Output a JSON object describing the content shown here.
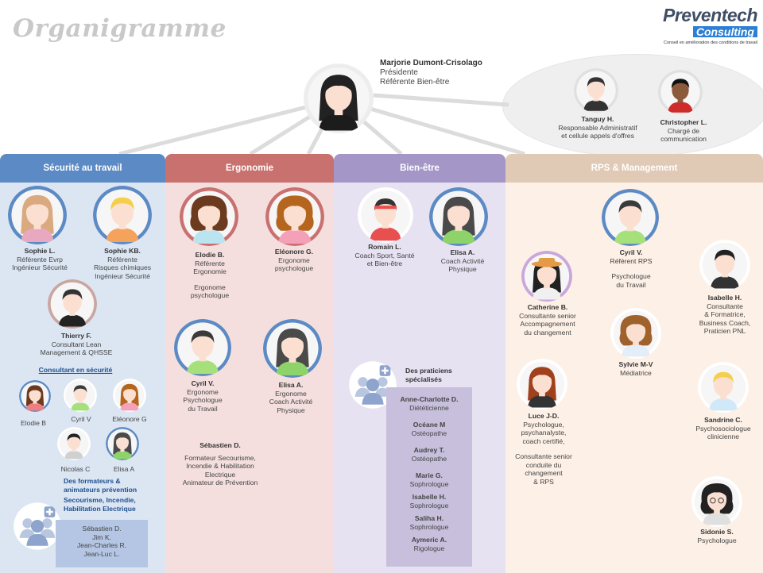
{
  "title": "Organigramme",
  "logo": {
    "main": "Preventech",
    "sub": "Consulting",
    "tagline": "Conseil en amélioration des conditions de travail"
  },
  "top": {
    "name": "Marjorie Dumont-Crisolago",
    "role1": "Présidente",
    "role2": "Référente Bien-être"
  },
  "admin": [
    {
      "name": "Tanguy H.",
      "l1": "Responsable Administratif",
      "l2": "et cellule appels d'offres"
    },
    {
      "name": "Christopher L.",
      "l1": "Chargé de",
      "l2": "communication"
    }
  ],
  "columns": {
    "securite": "Sécurité au travail",
    "ergonomie": "Ergonomie",
    "bienetre": "Bien-être",
    "rps": "RPS & Management"
  },
  "securite": {
    "sophie_l": {
      "name": "Sophie L.",
      "l1": "Référente Evrp",
      "l2": "Ingénieur Sécurité"
    },
    "sophie_kb": {
      "name": "Sophie KB.",
      "l1": "Référente",
      "l2": "Risques chimiques",
      "l3": "Ingénieur Sécurité"
    },
    "thierry": {
      "name": "Thierry F.",
      "l1": "Consultant Lean",
      "l2": "Management & QHSSE"
    },
    "consultant_title": "Consultant en sécurité",
    "small": [
      "Elodie B",
      "Cyril V",
      "Eléonore G",
      "Nicolas C",
      "Elisa A"
    ],
    "formateurs_1": "Des formateurs &",
    "formateurs_2": "animateurs prévention",
    "formateurs_3": "Secourisme, Incendie,",
    "formateurs_4": "Habilitation Electrique",
    "list": [
      "Sébastien D.",
      "Jim K.",
      "Jean-Charles R.",
      "Jean-Luc L."
    ]
  },
  "ergonomie": {
    "elodie": {
      "name": "Elodie B.",
      "l1": "Référente",
      "l2": "Ergonomie",
      "l3": "Ergonome",
      "l4": "psychologue"
    },
    "eleonore": {
      "name": "Eléonore G.",
      "l1": "Ergonome",
      "l2": "psychologue"
    },
    "cyril": {
      "name": "Cyril V.",
      "l1": "Ergonome",
      "l2": "Psychologue",
      "l3": "du Travail"
    },
    "elisa": {
      "name": "Elisa A.",
      "l1": "Ergonome",
      "l2": "Coach Activité",
      "l3": "Physique"
    },
    "sebastien": {
      "name": "Sébastien D.",
      "l1": "Formateur Secourisme,",
      "l2": "Incendie & Habilitation",
      "l3": "Electrique",
      "l4": "Animateur de Prévention"
    }
  },
  "bienetre": {
    "romain": {
      "name": "Romain L.",
      "l1": "Coach Sport, Santé",
      "l2": "et Bien-être"
    },
    "elisa": {
      "name": "Elisa A.",
      "l1": "Coach Activité",
      "l2": "Physique"
    },
    "prat_1": "Des praticiens",
    "prat_2": "spécialisés",
    "list": [
      {
        "name": "Anne-Charlotte D.",
        "role": "Diététicienne"
      },
      {
        "name": "Océane M",
        "role": "Ostéopathe"
      },
      {
        "name": "Audrey T.",
        "role": "Ostéopathe"
      },
      {
        "name": "Marie G.",
        "role": "Sophrologue"
      },
      {
        "name": "Isabelle H.",
        "role": "Sophrologue"
      },
      {
        "name": "Saliha H.",
        "role": "Sophrologue"
      },
      {
        "name": "Aymeric A.",
        "role": "Rigologue"
      }
    ]
  },
  "rps": {
    "cyril": {
      "name": "Cyril V.",
      "l1": "Référent RPS",
      "l2": "Psychologue",
      "l3": "du Travail"
    },
    "catherine": {
      "name": "Catherine B.",
      "l1": "Consultante senior",
      "l2": "Accompagnement",
      "l3": "du changement"
    },
    "isabelle": {
      "name": "Isabelle H.",
      "l1": "Consultante",
      "l2": "& Formatrice,",
      "l3": "Business Coach,",
      "l4": "Praticien PNL"
    },
    "sylvie": {
      "name": "Sylvie M-V",
      "l1": "Médiatrice"
    },
    "luce": {
      "name": "Luce J-D.",
      "l1": "Psychologue,",
      "l2": "psychanalyste,",
      "l3": "coach certifié,",
      "l4": "Consultante senior",
      "l5": "conduite du",
      "l6": "changement",
      "l7": "& RPS"
    },
    "sandrine": {
      "name": "Sandrine C.",
      "l1": "Psychosociologue",
      "l2": "clinicienne"
    },
    "sidonie": {
      "name": "Sidonie S.",
      "l1": "Psychologue"
    }
  },
  "colors": {
    "securite_head": "#5b8ac4",
    "securite_bg": "#dce6f3",
    "ergonomie_head": "#c9716f",
    "ergonomie_bg": "#f4dfde",
    "bienetre_head": "#a496c6",
    "bienetre_bg": "#e7e2f1",
    "rps_head": "#e0c9b5",
    "rps_bg": "#fdf0e6"
  }
}
